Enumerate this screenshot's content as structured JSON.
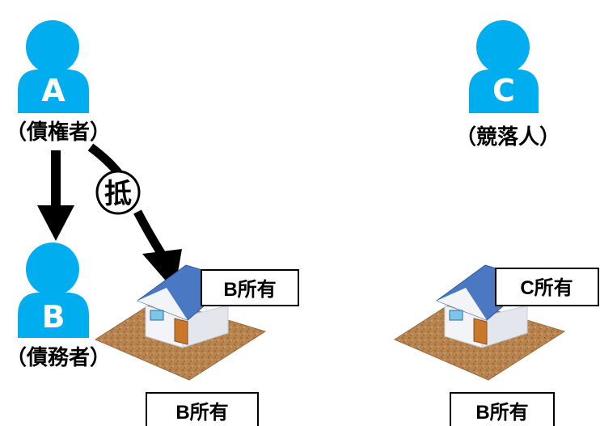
{
  "persons": [
    {
      "id": "a",
      "letter": "A",
      "role": "（債権者）"
    },
    {
      "id": "b",
      "letter": "B",
      "role": "（債務者）"
    },
    {
      "id": "c",
      "letter": "C",
      "role": "（競落人）"
    }
  ],
  "arrows": {
    "mortgage_label": "抵"
  },
  "properties": {
    "left_building_owner": "B所有",
    "left_land_owner": "B所有",
    "right_building_owner": "C所有",
    "right_land_owner": "B所有"
  },
  "colors": {
    "person": "#00aeef",
    "person_text": "#ffffff",
    "roof": "#4a78c2",
    "wall": "#f2f4f7",
    "door": "#c9772b",
    "ground": "#b8844f",
    "arrow": "#000000"
  }
}
